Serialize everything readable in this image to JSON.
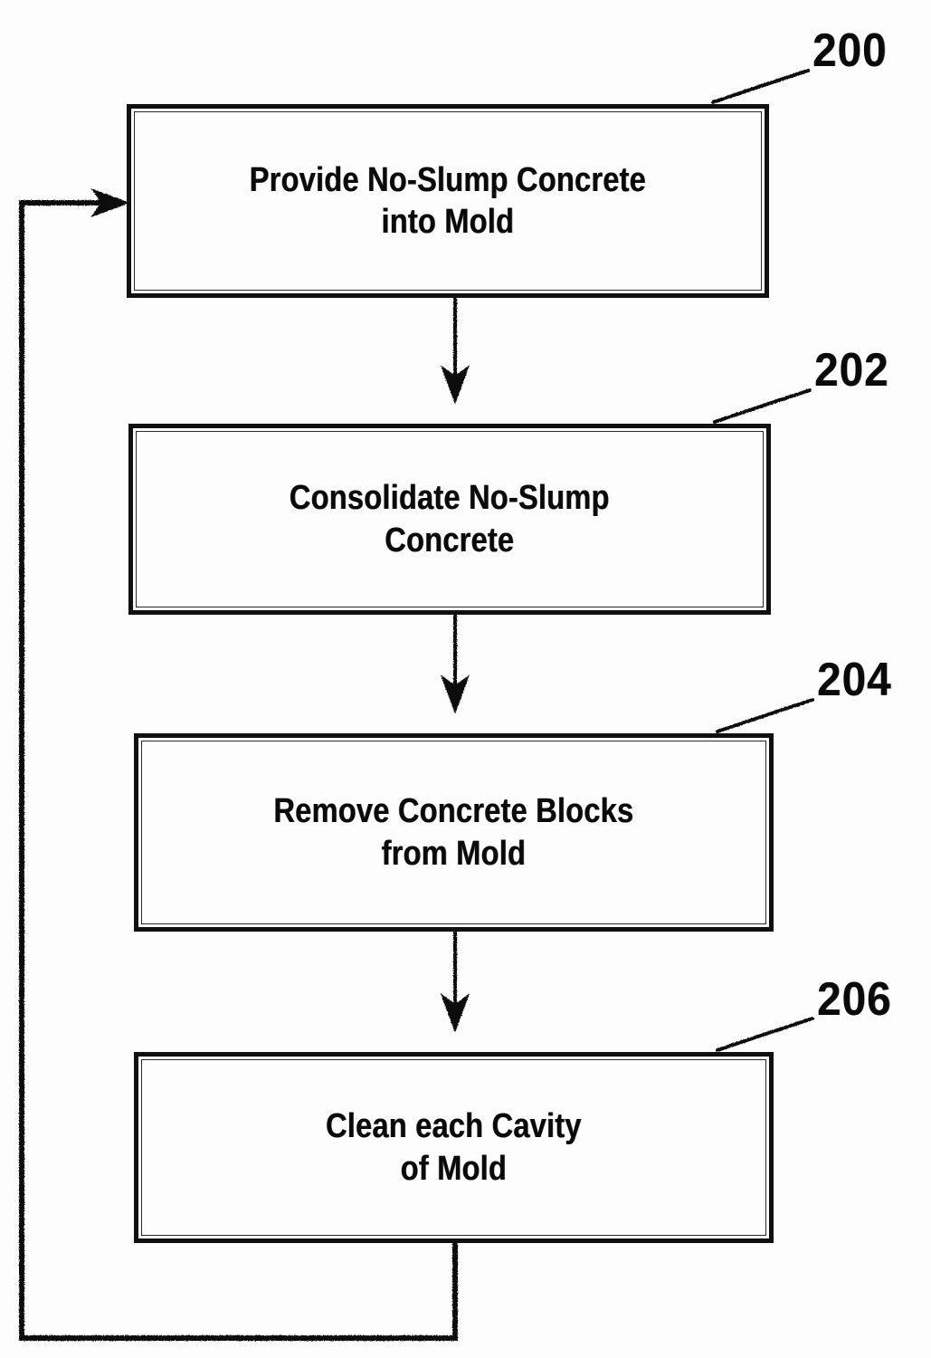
{
  "figure": {
    "type": "process-flowchart",
    "background_color": "#fdfdfd",
    "line_color": "#101010",
    "text_color": "#0a0a0a",
    "steps": [
      {
        "ref": "200",
        "label": "Provide No-Slump Concrete\ninto Mold",
        "line1": "Provide No-Slump Concrete",
        "line2": "into Mold"
      },
      {
        "ref": "202",
        "label": "Consolidate No-Slump\nConcrete",
        "line1": "Consolidate No-Slump",
        "line2": "Concrete"
      },
      {
        "ref": "204",
        "label": "Remove Concrete Blocks\nfrom Mold",
        "line1": "Remove Concrete Blocks",
        "line2": "from Mold"
      },
      {
        "ref": "206",
        "label": "Clean each Cavity\nof Mold",
        "line1": "Clean each Cavity",
        "line2": "of Mold"
      }
    ],
    "connectors": [
      {
        "from": "200",
        "to": "202",
        "arrow": "down"
      },
      {
        "from": "202",
        "to": "204",
        "arrow": "down"
      },
      {
        "from": "204",
        "to": "206",
        "arrow": "down"
      },
      {
        "from": "206",
        "to": "200",
        "arrow": "feedback-loop-left"
      }
    ]
  }
}
